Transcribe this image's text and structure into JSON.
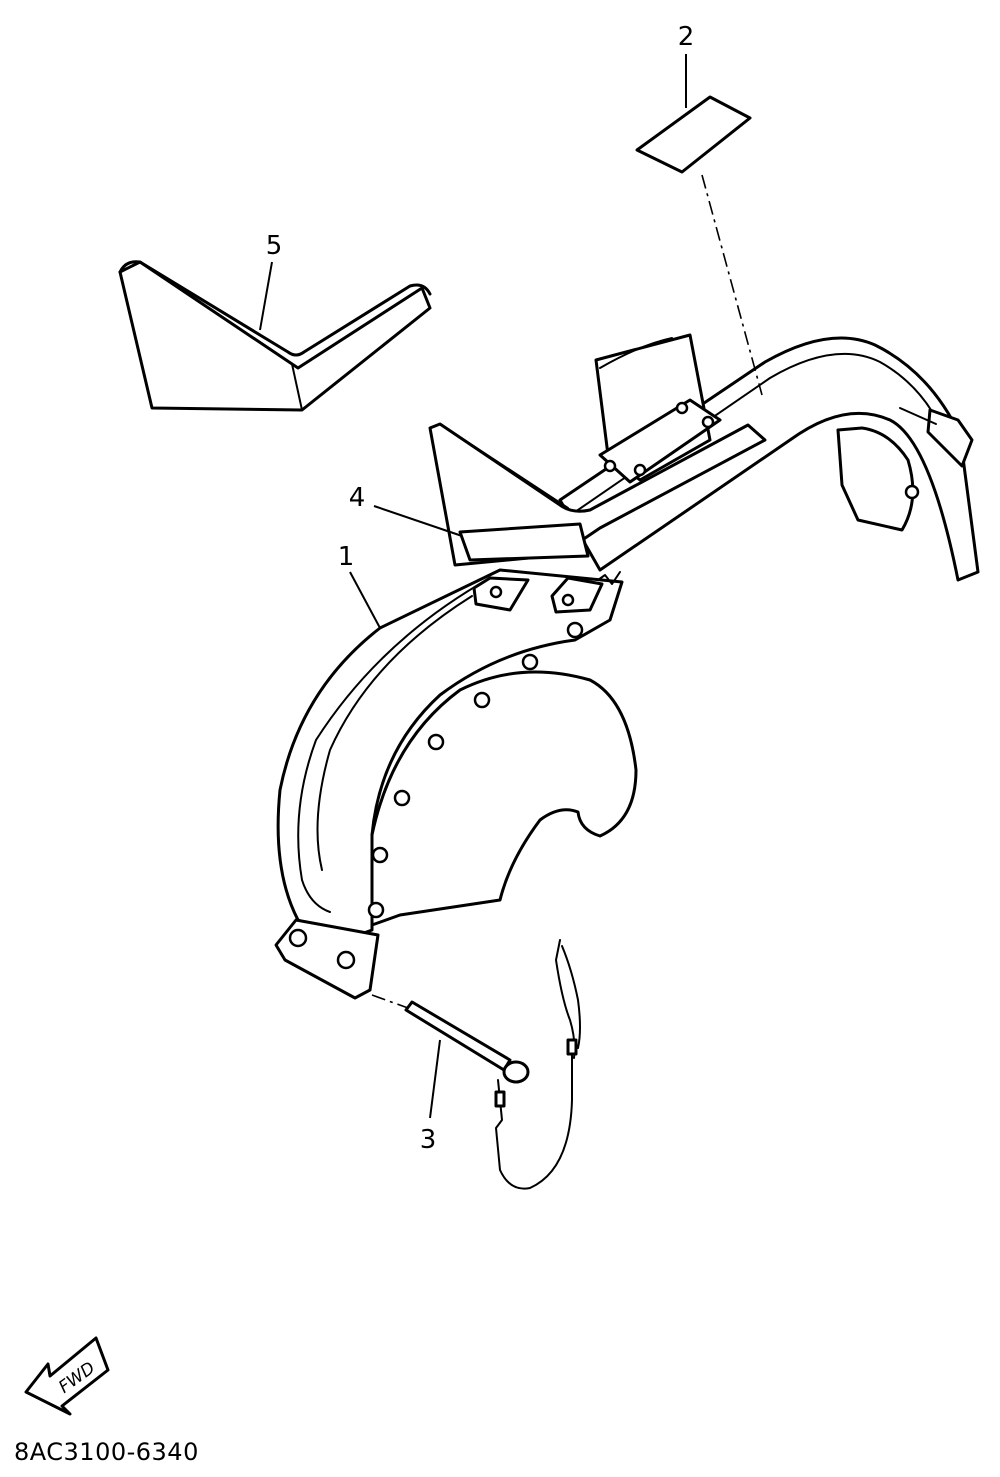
{
  "diagram": {
    "callouts": [
      "1",
      "2",
      "3",
      "4",
      "5"
    ],
    "fwd_label": "FWD",
    "drawing_code": "8AC3100-6340"
  }
}
